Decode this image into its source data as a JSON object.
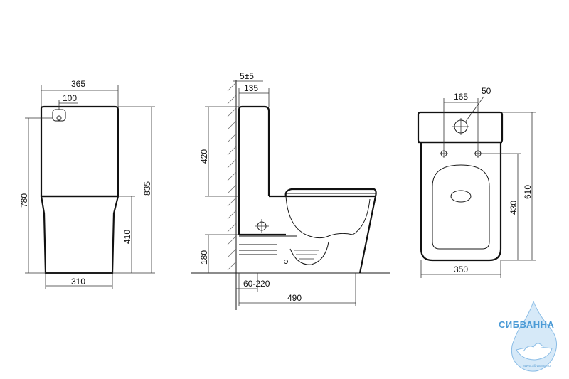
{
  "front_view": {
    "width_top": "365",
    "button_offset": "100",
    "height_total": "835",
    "height_tank": "780",
    "height_bowl": "410",
    "width_base": "310"
  },
  "side_view": {
    "wall_gap": "5±5",
    "tank_depth": "135",
    "tank_height": "420",
    "outlet_height": "180",
    "outlet_range": "60-220",
    "total_depth": "490"
  },
  "top_view": {
    "hole_spacing": "165",
    "hole_diameter": "50",
    "depth_total": "610",
    "depth_bowl": "430",
    "width": "350"
  },
  "logo": {
    "brand": "СИБВАННА",
    "url": "www.sibvanna.ru",
    "color": "#4a9ad6"
  }
}
